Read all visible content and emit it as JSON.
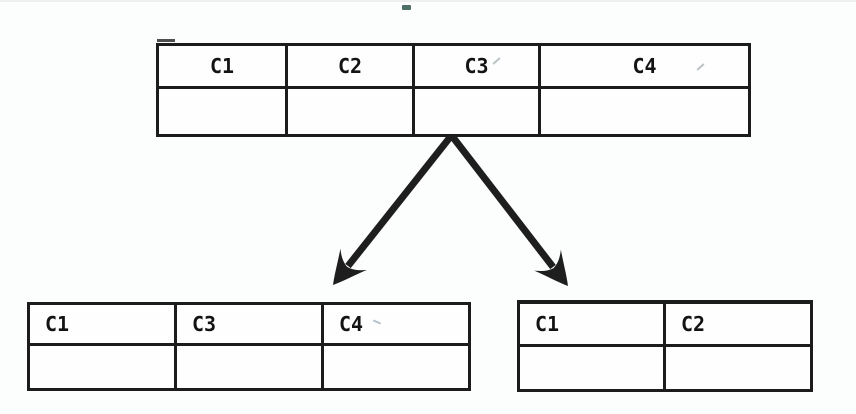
{
  "colors": {
    "line": "#1e1e1e",
    "border": "#1c1c1c",
    "text": "#131313",
    "background": "#fcfdfd"
  },
  "tables": {
    "top": {
      "headers": [
        "C1",
        "C2",
        "C3",
        "C4"
      ],
      "rows": [
        [
          "",
          "",
          "",
          ""
        ]
      ]
    },
    "bottom_left": {
      "headers": [
        "C1",
        "C3",
        "C4"
      ],
      "rows": [
        [
          "",
          "",
          ""
        ]
      ]
    },
    "bottom_right": {
      "headers": [
        "C1",
        "C2"
      ],
      "rows": [
        [
          "",
          ""
        ]
      ]
    }
  },
  "arrows": [
    {
      "direction": "down-left",
      "from_table": "top",
      "to_table": "bottom_left"
    },
    {
      "direction": "down-right",
      "from_table": "top",
      "to_table": "bottom_right"
    }
  ]
}
